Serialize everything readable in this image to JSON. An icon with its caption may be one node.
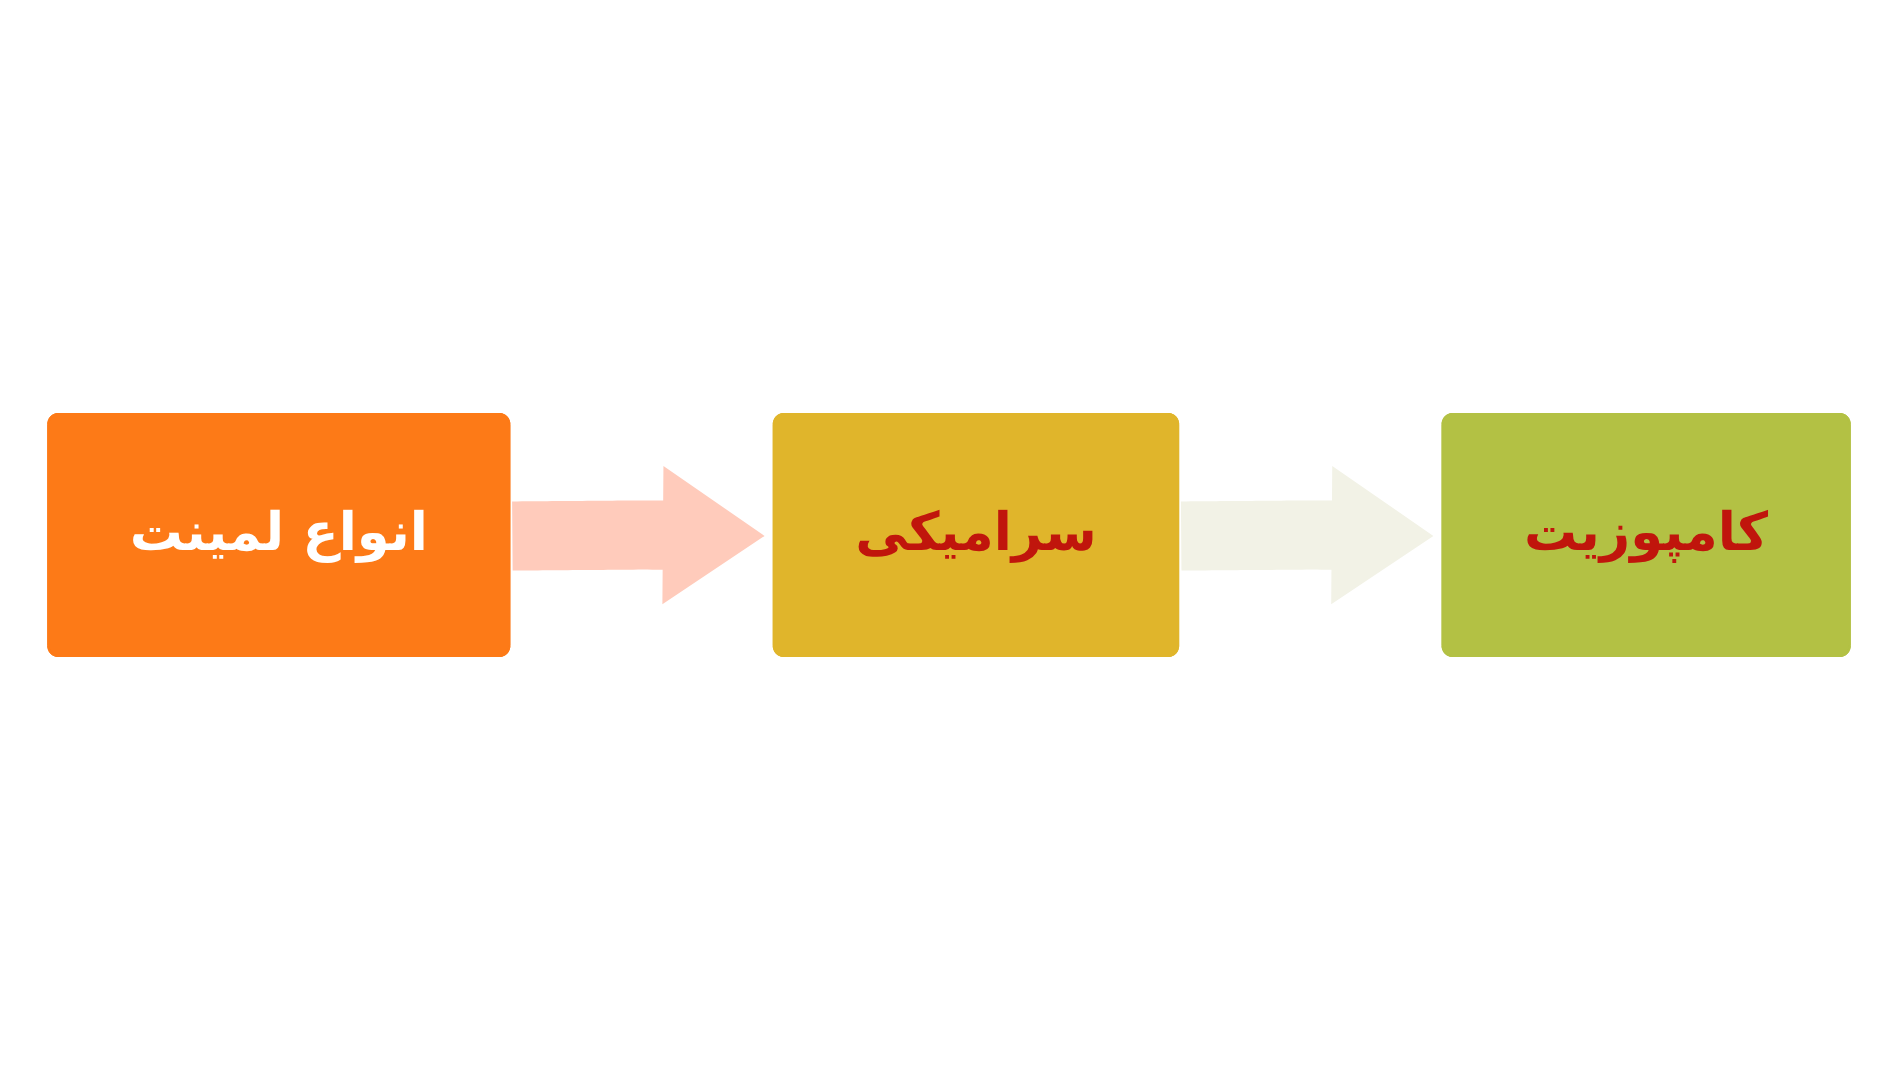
{
  "diagram": {
    "nodes": [
      {
        "text": [
          "انواع لمینت"
        ]
      },
      {
        "text": [
          "سرامیکی"
        ]
      },
      {
        "text": [
          "کامپوزیت"
        ]
      }
    ],
    "edges": [
      {
        "from": 0,
        "to": 1,
        "arrow": "to",
        "color": "#ffcbbb"
      },
      {
        "from": 1,
        "to": 2,
        "arrow": "to",
        "color": "#f2f2e6"
      }
    ]
  }
}
